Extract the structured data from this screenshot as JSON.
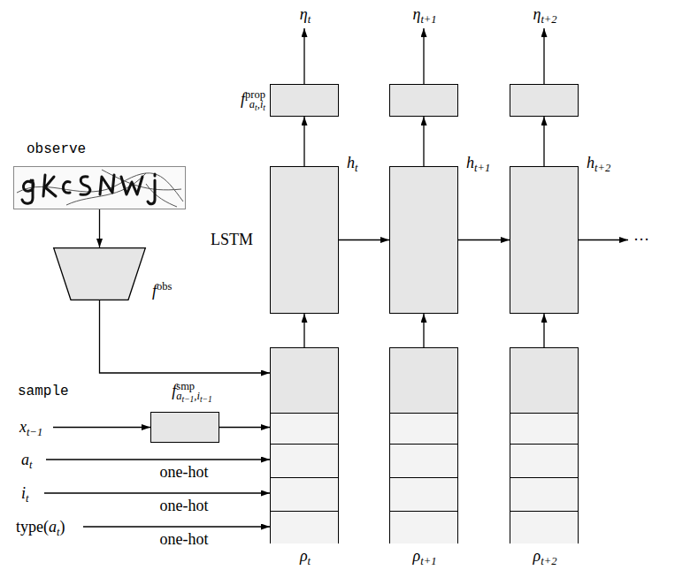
{
  "diagram": {
    "nodes": [
      {
        "text": [
          "observe"
        ]
      },
      {
        "text": [
          "fobs"
        ]
      },
      {
        "text": [
          "fsmpat−1,it−1"
        ]
      },
      {
        "text": [
          "ρt"
        ]
      },
      {
        "text": [
          "ρt+1"
        ]
      },
      {
        "text": [
          "ρt+2"
        ]
      },
      {
        "text": [
          "ht"
        ]
      },
      {
        "text": [
          "ht+1"
        ]
      },
      {
        "text": [
          "ht+2"
        ]
      },
      {
        "text": [
          "fpropat,it",
          "ηt"
        ]
      },
      {
        "text": [
          "ηt+1"
        ]
      },
      {
        "text": [
          "ηt+2"
        ]
      }
    ],
    "edges": [
      {
        "from": 0,
        "to": 1,
        "arrow": "to"
      },
      {
        "from": 1,
        "to": 3,
        "arrow": "to"
      },
      {
        "from": 2,
        "to": 3,
        "arrow": "to"
      },
      {
        "from": 3,
        "to": 6,
        "arrow": "to"
      },
      {
        "from": 4,
        "to": 7,
        "arrow": "to"
      },
      {
        "from": 5,
        "to": 8,
        "arrow": "to"
      },
      {
        "from": 6,
        "to": 7,
        "arrow": "to"
      },
      {
        "from": 7,
        "to": 8,
        "arrow": "to"
      },
      {
        "from": 6,
        "to": 9,
        "arrow": "to"
      },
      {
        "from": 7,
        "to": 10,
        "arrow": "to"
      },
      {
        "from": 8,
        "to": 11,
        "arrow": "to"
      }
    ],
    "labels": [
      "LSTM",
      "sample",
      "xt−1",
      "at",
      "one-hot",
      "it",
      "one-hot",
      "type(at)",
      "one-hot",
      "···"
    ]
  }
}
